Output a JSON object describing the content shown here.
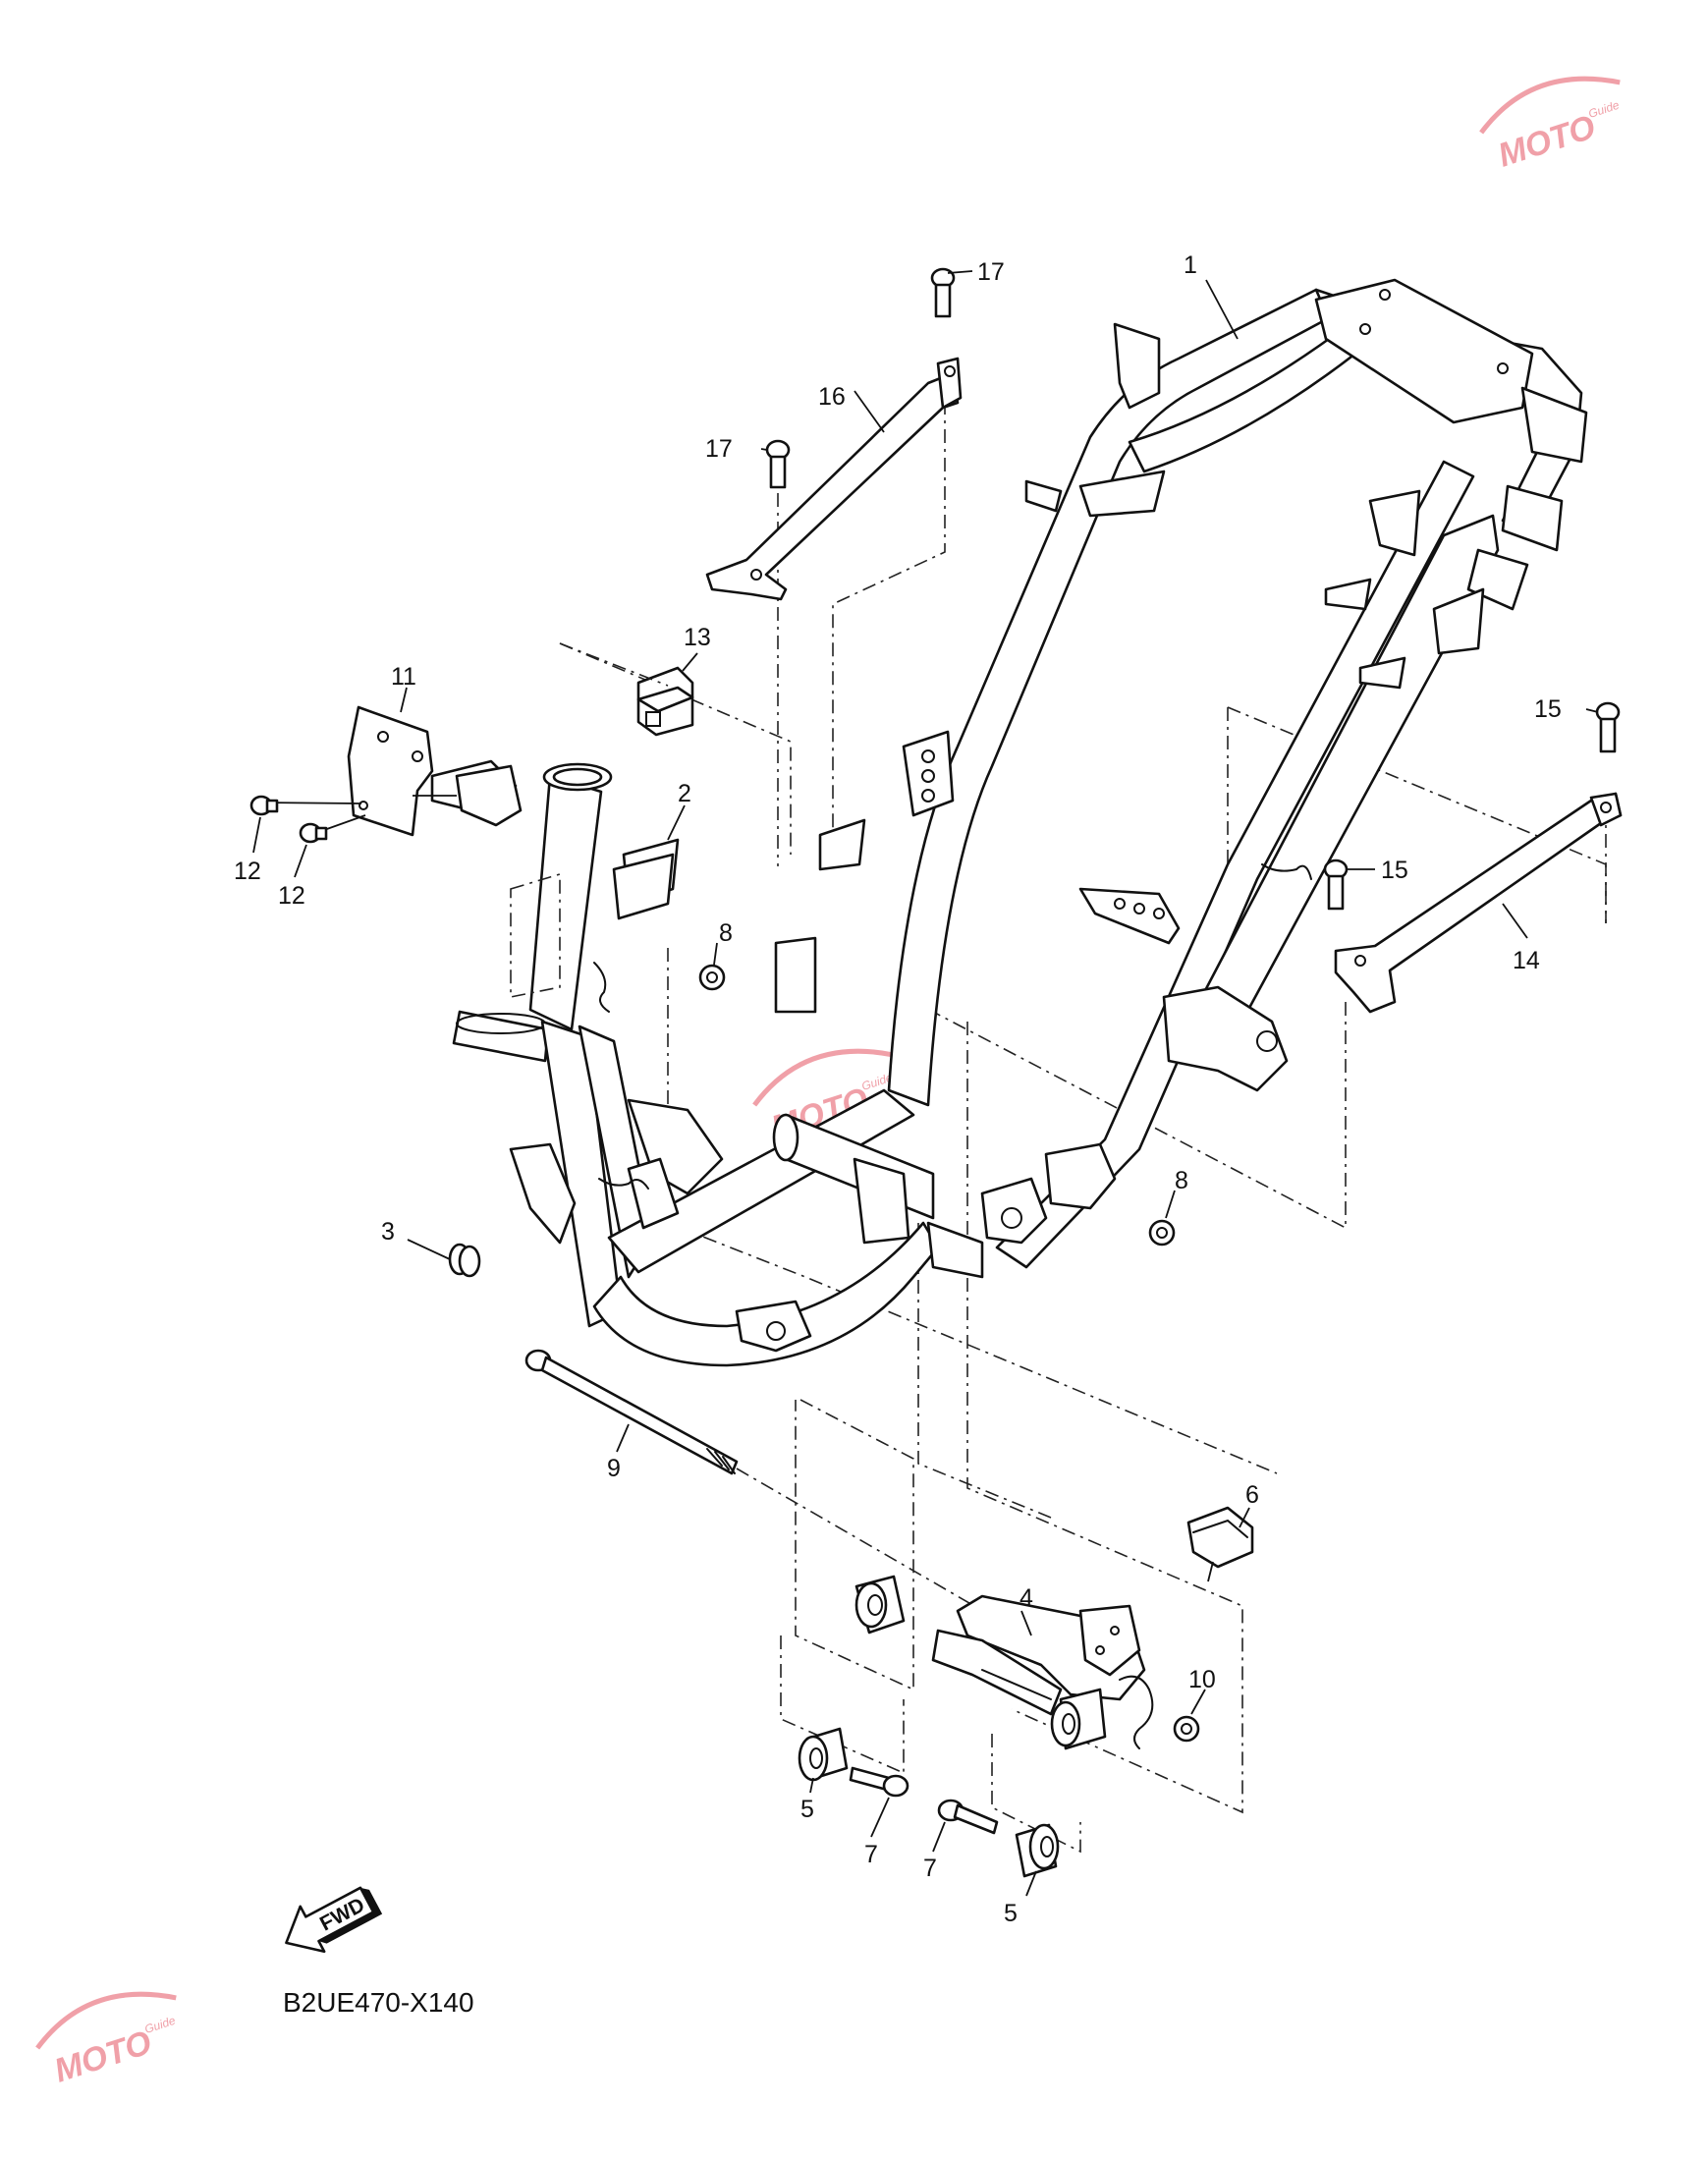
{
  "diagram_code": "B2UE470-X140",
  "fwd_label": "FWD",
  "watermark": {
    "brand": "MOTO",
    "sub": "Guide",
    "color": "#f0a0a8"
  },
  "callouts": {
    "c1": "1",
    "c2": "2",
    "c3": "3",
    "c4": "4",
    "c5a": "5",
    "c5b": "5",
    "c6": "6",
    "c7a": "7",
    "c7b": "7",
    "c8a": "8",
    "c8b": "8",
    "c9": "9",
    "c10": "10",
    "c11": "11",
    "c12a": "12",
    "c12b": "12",
    "c13": "13",
    "c14": "14",
    "c15a": "15",
    "c15b": "15",
    "c16": "16",
    "c17a": "17",
    "c17b": "17"
  }
}
